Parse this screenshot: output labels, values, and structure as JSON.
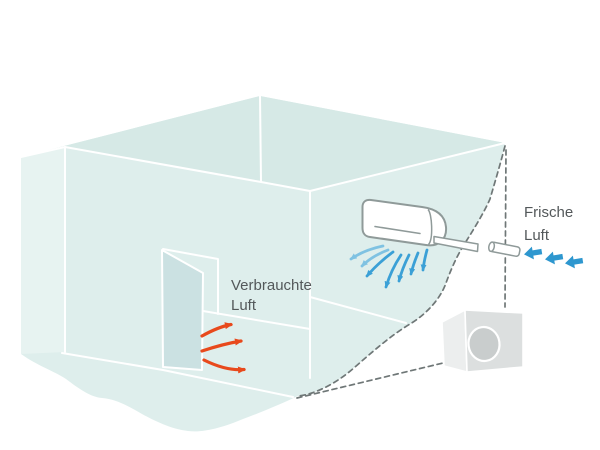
{
  "diagram": {
    "description": "Air conditioning airflow diagram: room cutaway with indoor unit, outdoor unit, fresh and exhaust air",
    "labels": {
      "exhaust_line1": "Verbrauchte",
      "exhaust_line2": "Luft",
      "fresh_line1": "Frische",
      "fresh_line2": "Luft"
    },
    "icons": {
      "indoor_unit": "wall-mounted-ac-unit-icon",
      "outdoor_unit": "outdoor-condenser-unit-icon",
      "fan": "fan-circle-icon",
      "door": "open-door-icon",
      "flow_fan": "airflow-fan-arrows-icon",
      "fresh_arrows": "fresh-air-block-arrows-icon",
      "exhaust_arrows": "exhaust-air-swoosh-arrows-icon"
    },
    "colors": {
      "background": "#ffffff",
      "wall_fill": "#deeeec",
      "roof_fill": "#d6e9e6",
      "outer_wall_fill": "#e7f3f1",
      "door_panel_fill": "#cbe1e2",
      "seam_white": "#ffffff",
      "unit_fill": "#ffffff",
      "unit_outline": "#8f9a99",
      "dash_grey": "#6f7777",
      "flow_blue": "#3ba0d6",
      "flow_blue_light": "#7fc2e2",
      "fresh_arrow_blue": "#2e97cf",
      "exhaust_orange": "#e8491c",
      "label_text": "#53585a",
      "outdoor_front": "#dcdfdf",
      "outdoor_side": "#eceeee",
      "outdoor_fan": "#c9cdcd"
    }
  }
}
